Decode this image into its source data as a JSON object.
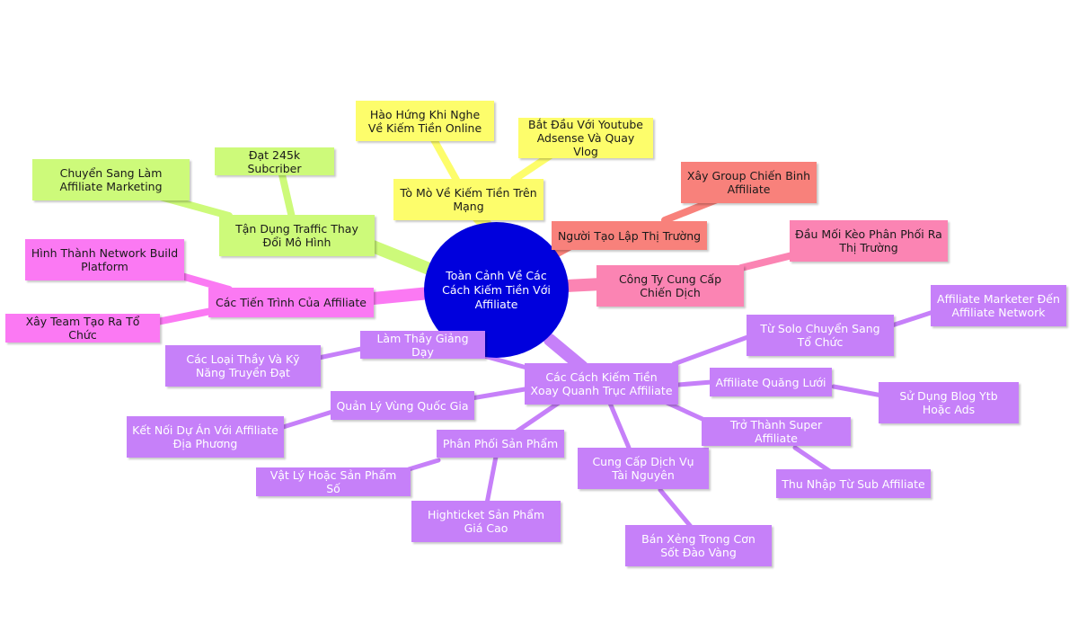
{
  "colors": {
    "center": "#0000dd",
    "yellow": "#fdfd6b",
    "green": "#cdfa7a",
    "red": "#f8817b",
    "pink": "#fb84b3",
    "magenta": "#fb79f3",
    "purple": "#c680f9"
  },
  "center": {
    "label": "Toàn Cảnh Về Các Cách Kiếm Tiền Với Affiliate"
  },
  "branches": {
    "curious": {
      "label": "Tò Mò Về Kiếm Tiền Trên Mạng",
      "children": [
        "Hào Hứng Khi Nghe Về Kiếm Tiền Online",
        "Bắt Đầu Với Youtube Adsense Và Quay Vlog"
      ]
    },
    "traffic": {
      "label": "Tận Dụng Traffic Thay Đổi Mô Hình",
      "children": [
        "Đạt 245k Subcriber",
        "Chuyển Sang Làm Affiliate Marketing"
      ]
    },
    "market_maker": {
      "label": "Người Tạo Lập Thị Trường",
      "children": [
        "Xây Group Chiến Binh Affiliate"
      ]
    },
    "campaign": {
      "label": "Công Ty Cung Cấp Chiến Dịch",
      "children": [
        "Đầu Mối Kèo Phân Phối Ra Thị Trường"
      ]
    },
    "process": {
      "label": "Các Tiến Trình Của Affiliate",
      "children": [
        "Hình Thành Network Build Platform",
        "Xây Team Tạo Ra Tổ Chức"
      ]
    },
    "ways": {
      "label": "Các Cách Kiếm Tiền Xoay Quanh Trục Affiliate",
      "teacher": "Làm Thầy Giảng Dạy",
      "teacher_child": "Các Loại Thầy Và Kỹ Năng Truyền Đạt",
      "regional": "Quản Lý Vùng Quốc Gia",
      "regional_child": "Kết Nối Dự Án Với Affiliate Địa Phương",
      "distribute": "Phân Phối Sản Phẩm",
      "distribute_children": [
        "Vật Lý Hoặc Sản Phẩm Số",
        "Highticket Sản Phẩm Giá Cao"
      ],
      "resources": "Cung Cấp Dịch Vụ Tài Nguyên",
      "resources_child": "Bán Xẻng Trong Cơn Sốt Đào Vàng",
      "solo": "Từ Solo Chuyển Sang Tổ Chức",
      "solo_child": "Affiliate Marketer Đến Affiliate Network",
      "net": "Affiliate Quăng Lưới",
      "net_child": "Sử Dụng Blog Ytb Hoặc Ads",
      "super": "Trở Thành Super Affiliate",
      "super_child": "Thu Nhập Từ Sub Affiliate"
    }
  }
}
